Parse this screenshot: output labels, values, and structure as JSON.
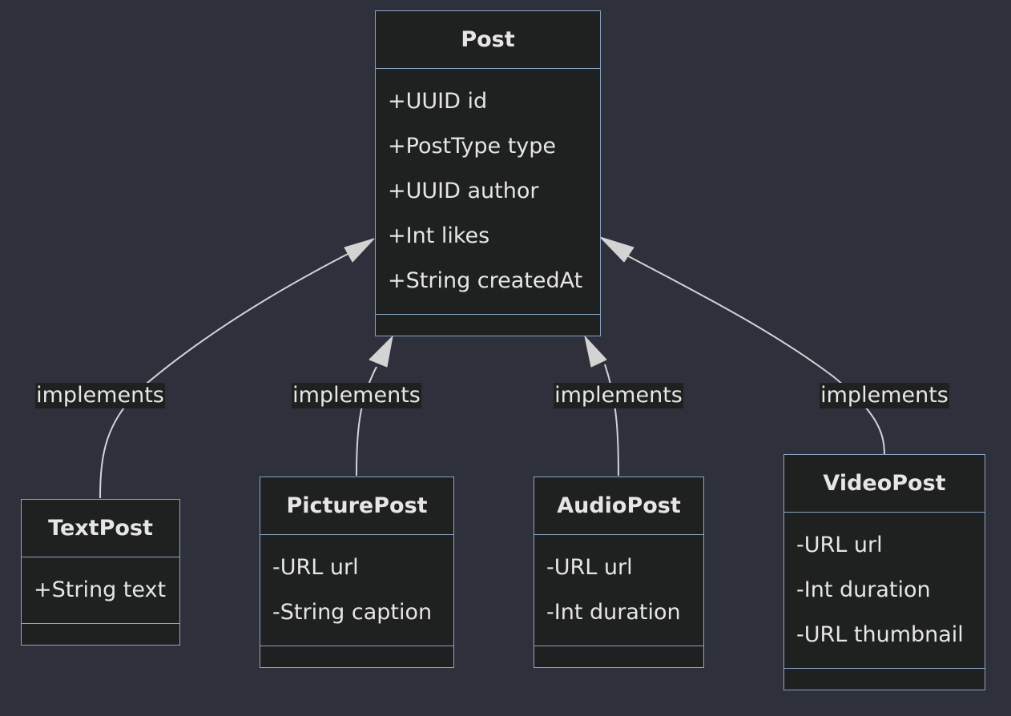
{
  "colors": {
    "background": "#2e313c",
    "node_fill": "#1f2020",
    "node_border": "#89a6c4",
    "text": "#e6e6e6",
    "edge": "#d3d3d3"
  },
  "classes": {
    "post": {
      "name": "Post",
      "attributes": [
        "+UUID id",
        "+PostType type",
        "+UUID author",
        "+Int likes",
        "+String createdAt"
      ]
    },
    "text_post": {
      "name": "TextPost",
      "attributes": [
        "+String text"
      ]
    },
    "picture_post": {
      "name": "PicturePost",
      "attributes": [
        "-URL url",
        "-String caption"
      ]
    },
    "audio_post": {
      "name": "AudioPost",
      "attributes": [
        "-URL url",
        "-Int duration"
      ]
    },
    "video_post": {
      "name": "VideoPost",
      "attributes": [
        "-URL url",
        "-Int duration",
        "-URL thumbnail"
      ]
    }
  },
  "relations": [
    {
      "from": "TextPost",
      "to": "Post",
      "type": "inheritance",
      "label": "implements"
    },
    {
      "from": "PicturePost",
      "to": "Post",
      "type": "inheritance",
      "label": "implements"
    },
    {
      "from": "AudioPost",
      "to": "Post",
      "type": "inheritance",
      "label": "implements"
    },
    {
      "from": "VideoPost",
      "to": "Post",
      "type": "inheritance",
      "label": "implements"
    }
  ]
}
